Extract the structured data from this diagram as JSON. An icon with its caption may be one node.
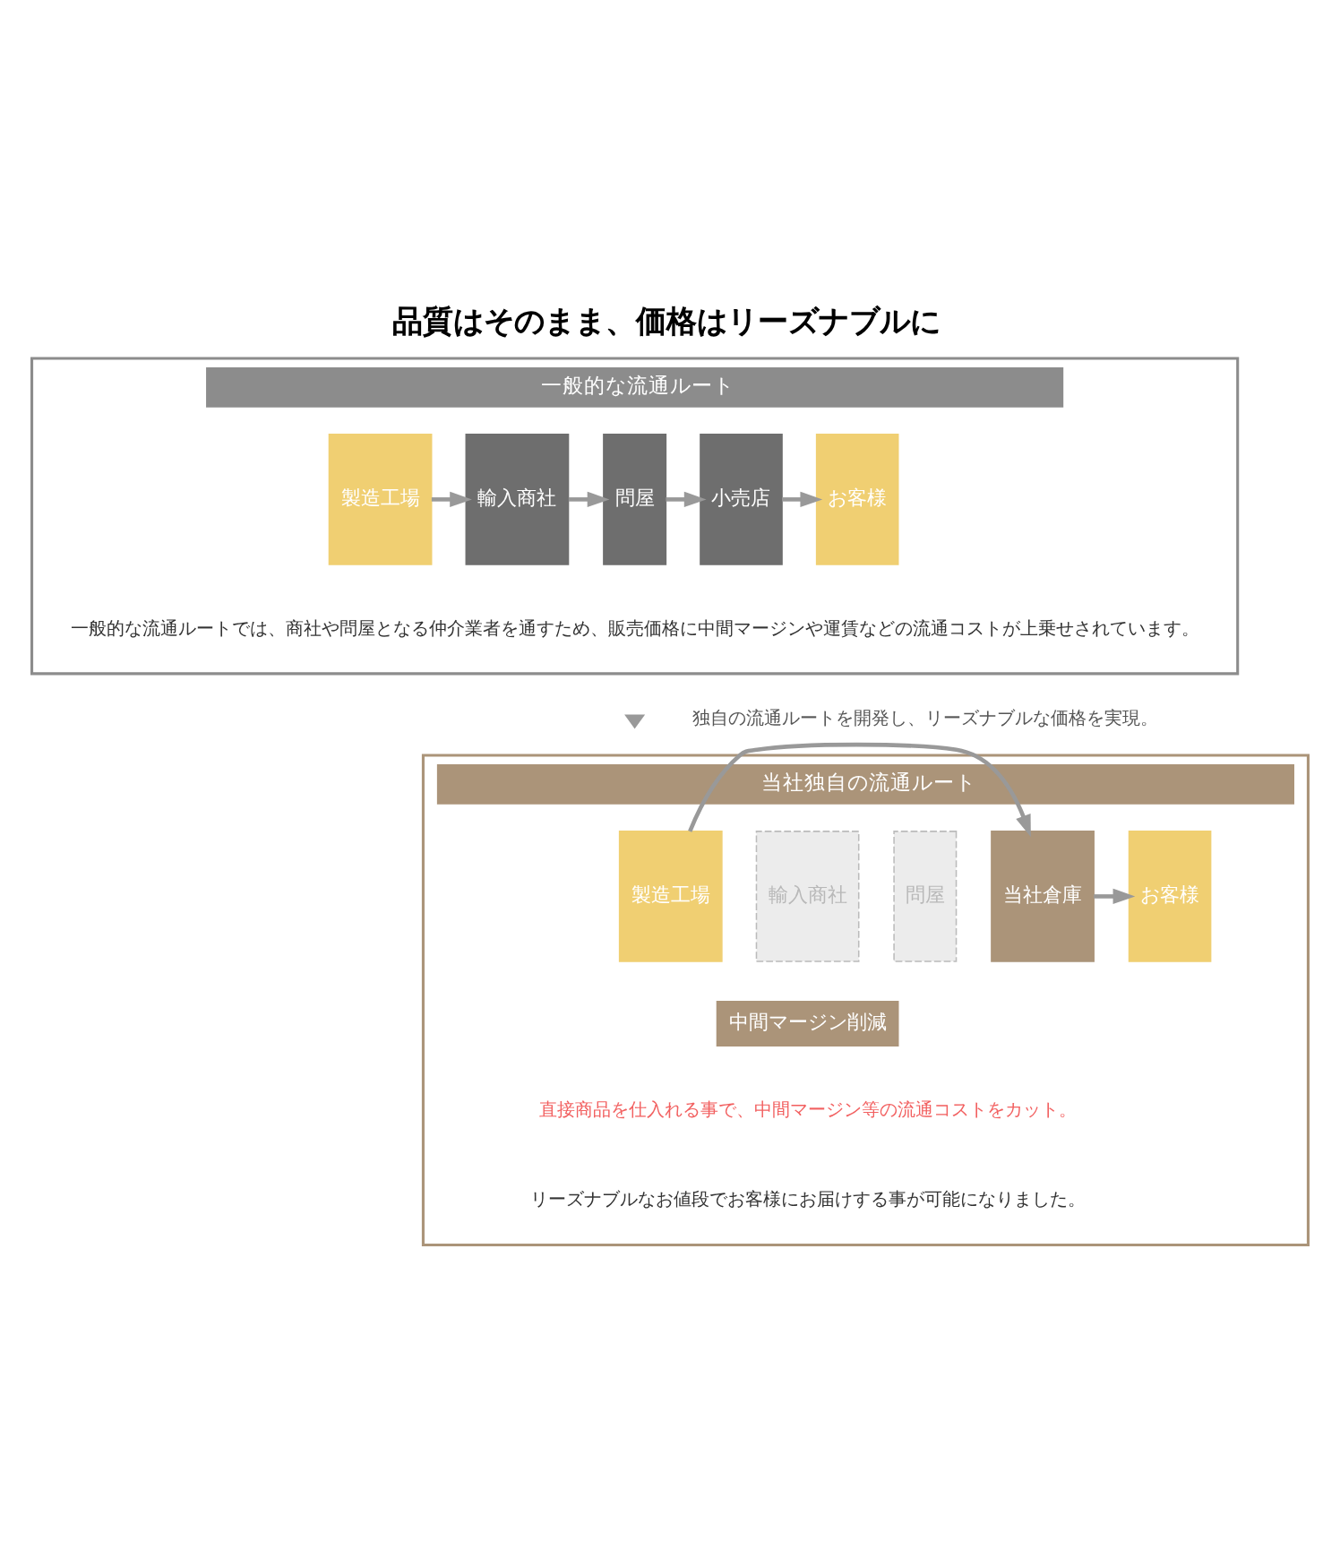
{
  "diagram": {
    "title": "品質はそのまま、価格はリーズナブルに",
    "nodes": [
      {
        "text": [
          "一般的な流通ルート",
          "一般的な流通ルートでは、商社や問屋となる仲介業者を通すため、販売価格に中間マージンや運賃などの流通コストが上乗せされています。"
        ]
      },
      {
        "text": [
          "製造工場"
        ],
        "in": 0
      },
      {
        "text": [
          "輸入商社"
        ],
        "in": 0
      },
      {
        "text": [
          "問屋"
        ],
        "in": 0
      },
      {
        "text": [
          "小売店"
        ],
        "in": 0
      },
      {
        "text": [
          "お客様"
        ],
        "in": 0
      },
      {
        "text": [
          "当社独自の流通ルート",
          "直接商品を仕入れる事で、中間マージン等の流通コストをカット。",
          "リーズナブルなお値段でお客様にお届けする事が可能になりました。"
        ]
      },
      {
        "text": [
          "製造工場"
        ],
        "in": 6
      },
      {
        "text": [
          "輸入商社"
        ],
        "in": 6
      },
      {
        "text": [
          "問屋"
        ],
        "in": 6
      },
      {
        "text": [
          "当社倉庫"
        ],
        "in": 6
      },
      {
        "text": [
          "お客様"
        ],
        "in": 6
      },
      {
        "text": [
          "中間マージン削減"
        ],
        "in": 6
      }
    ],
    "edges": [
      {
        "from": 1,
        "to": 2,
        "arrow": "to"
      },
      {
        "from": 2,
        "to": 3,
        "arrow": "to"
      },
      {
        "from": 3,
        "to": 4,
        "arrow": "to"
      },
      {
        "from": 4,
        "to": 5,
        "arrow": "to"
      },
      {
        "from": 7,
        "to": 10,
        "arrow": "to"
      },
      {
        "from": 10,
        "to": 11,
        "arrow": "to"
      }
    ],
    "labels": [
      "独自の流通ルートを開発し、リーズナブルな価格を実現。"
    ]
  }
}
